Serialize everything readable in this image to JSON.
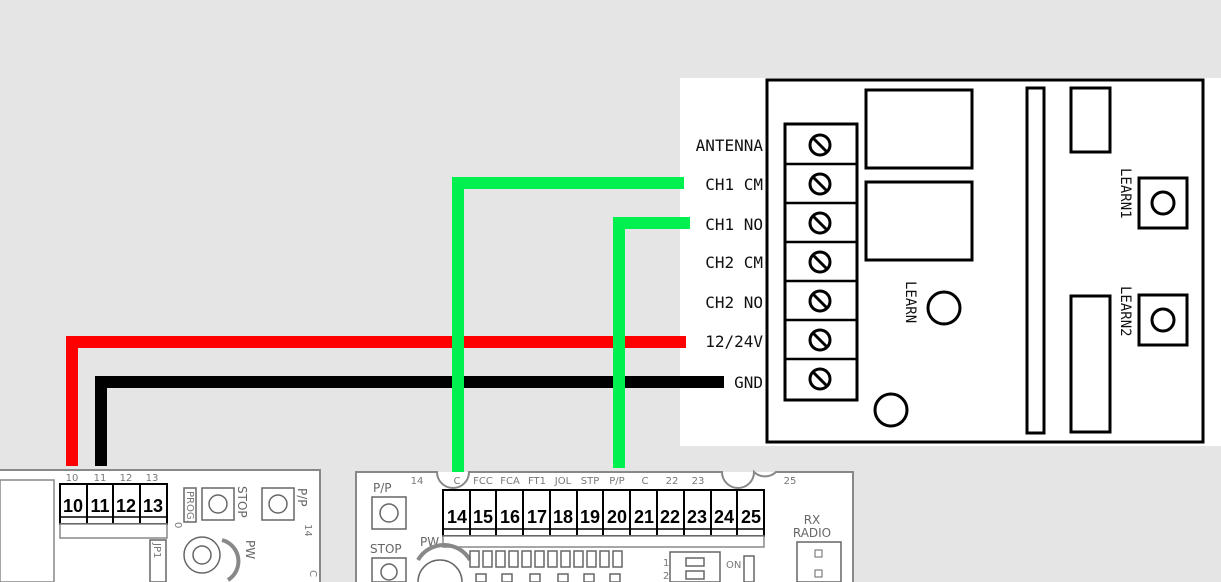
{
  "receiver": {
    "terminals": [
      "ANTENNA",
      "CH1 CM",
      "CH1 NO",
      "CH2 CM",
      "CH2 NO",
      "12/24V",
      "GND"
    ],
    "learn_label": "LEARN",
    "learn1_label": "LEARN1",
    "learn2_label": "LEARN2"
  },
  "left_board": {
    "top_labels": [
      "10",
      "11",
      "12",
      "13"
    ],
    "terminals": [
      "10",
      "11",
      "12",
      "13"
    ],
    "prog_label": "PROG.",
    "stop_label": "STOP",
    "pp_label": "P/P",
    "num14_label": "14",
    "jp_label": "JP1",
    "pw_label": "PW",
    "zero_label": "0",
    "c_label": "C"
  },
  "main_board": {
    "top_labels": [
      "C",
      "FCC",
      "FCA",
      "FT1",
      "JOL",
      "STP",
      "P/P",
      "C",
      "22",
      "23"
    ],
    "label_14": "14",
    "label_25": "25",
    "terminals": [
      "14",
      "15",
      "16",
      "17",
      "18",
      "19",
      "20",
      "21",
      "22",
      "23",
      "24",
      "25"
    ],
    "pp_label": "P/P",
    "stop_label": "STOP",
    "pw_label": "PW",
    "rx_label": "RX",
    "radio_label": "RADIO",
    "on_label": "ON",
    "dip1": "1",
    "dip2": "2"
  },
  "colors": {
    "green": "#00f050",
    "red": "#ff0000",
    "black": "#000000",
    "background": "#e5e5e5"
  }
}
